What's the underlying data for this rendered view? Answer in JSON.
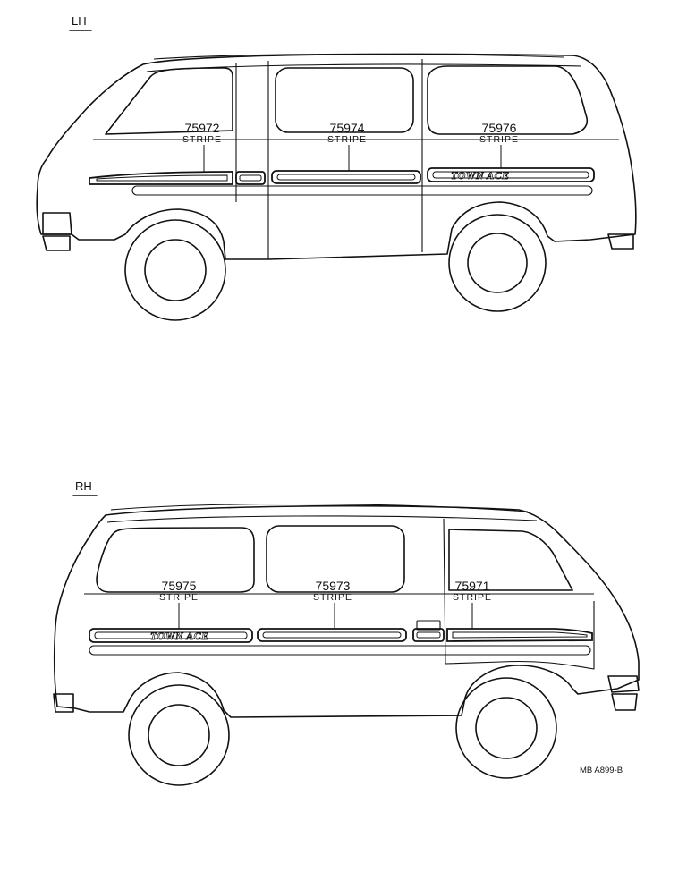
{
  "views": {
    "lh": {
      "label": "LH",
      "callouts": [
        {
          "part_no": "75972",
          "name": "STRIPE"
        },
        {
          "part_no": "75974",
          "name": "STRIPE"
        },
        {
          "part_no": "75976",
          "name": "STRIPE"
        }
      ],
      "badge": "TOWN ACE"
    },
    "rh": {
      "label": "RH",
      "callouts": [
        {
          "part_no": "75975",
          "name": "STRIPE"
        },
        {
          "part_no": "75973",
          "name": "STRIPE"
        },
        {
          "part_no": "75971",
          "name": "STRIPE"
        }
      ],
      "badge": "TOWN ACE"
    }
  },
  "figure_ref": "MB A899-B"
}
